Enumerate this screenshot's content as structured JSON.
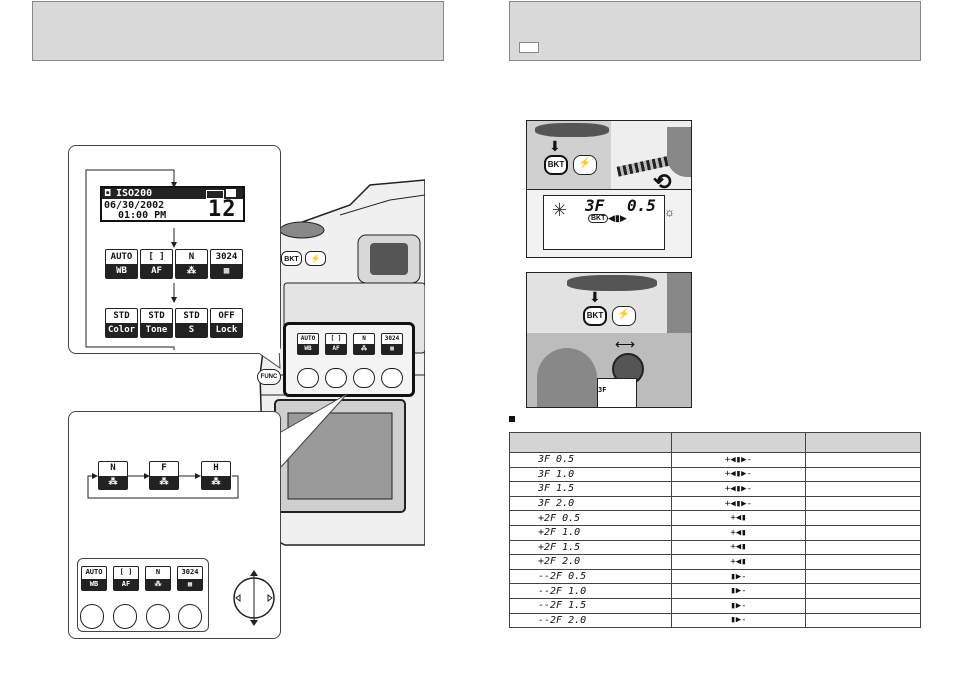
{
  "left_panel": {
    "lcd": {
      "iso": "ISO200",
      "date": "06/30/2002",
      "time": "01:00 PM",
      "frames": "12"
    },
    "func_row1": [
      {
        "top": "AUTO",
        "bottom": "WB"
      },
      {
        "top": "[ ]",
        "bottom": "AF"
      },
      {
        "top": "N",
        "bottom": ""
      },
      {
        "top": "3024",
        "bottom": ""
      }
    ],
    "func_row2": [
      {
        "top": "STD",
        "bottom": "Color"
      },
      {
        "top": "STD",
        "bottom": "Tone"
      },
      {
        "top": "STD",
        "bottom": "S"
      },
      {
        "top": "OFF",
        "bottom": "Lock"
      }
    ],
    "quality_steps": [
      "N",
      "F",
      "H"
    ],
    "func_button": "FUNC",
    "bkt_button": "BKT",
    "flash_button": "⚡"
  },
  "right_panel": {
    "top_lcd": {
      "frames": "3F",
      "step": "0.5",
      "mode": "BKT"
    },
    "bkt_button": "BKT",
    "flash_button": "⚡",
    "mini_lcd": "3F"
  },
  "table": {
    "rows": [
      {
        "setting": "3F   0.5",
        "display": "+◀▮▶-"
      },
      {
        "setting": "3F   1.0",
        "display": "+◀▮▶-"
      },
      {
        "setting": "3F   1.5",
        "display": "+◀▮▶-"
      },
      {
        "setting": "3F   2.0",
        "display": "+◀▮▶-"
      },
      {
        "setting": "+2F   0.5",
        "display": "+◀▮"
      },
      {
        "setting": "+2F   1.0",
        "display": "+◀▮"
      },
      {
        "setting": "+2F   1.5",
        "display": "+◀▮"
      },
      {
        "setting": "+2F   2.0",
        "display": "+◀▮"
      },
      {
        "setting": "--2F   0.5",
        "display": "▮▶-"
      },
      {
        "setting": "--2F   1.0",
        "display": "▮▶-"
      },
      {
        "setting": "--2F   1.5",
        "display": "▮▶-"
      },
      {
        "setting": "--2F   2.0",
        "display": "▮▶-"
      }
    ]
  }
}
